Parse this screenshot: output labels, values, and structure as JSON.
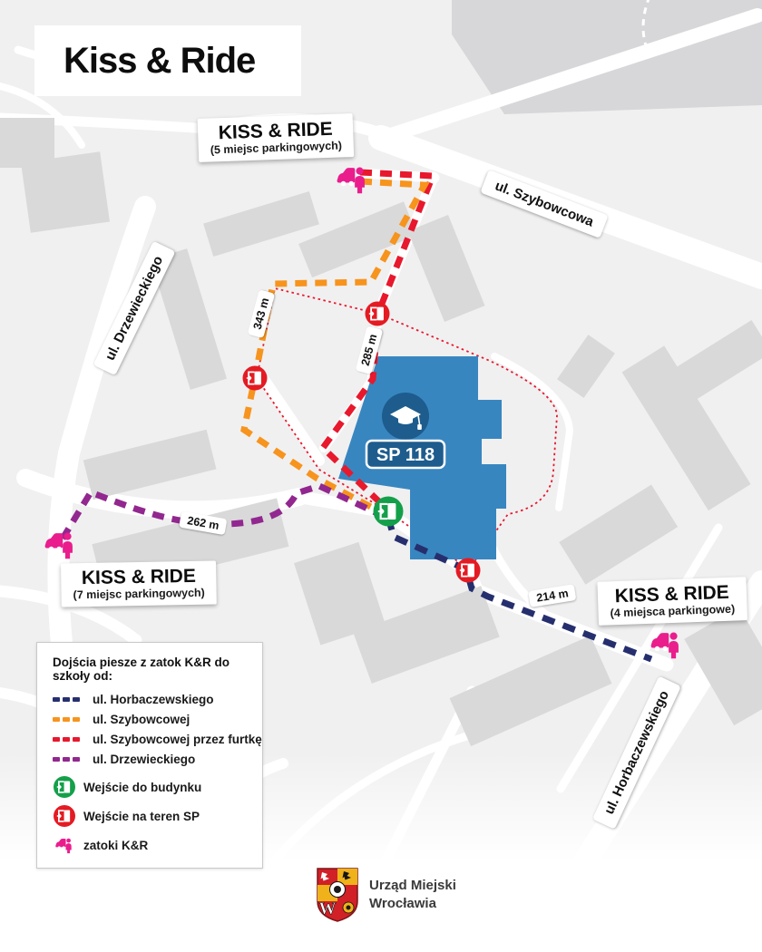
{
  "title": "Kiss & Ride",
  "map": {
    "streets": {
      "szybowcowa": "ul. Szybowcowa",
      "drzewieckiego": "ul. Drzewieckiego",
      "horbaczewskiego": "ul. Horbaczewskiego"
    },
    "kr_bays": {
      "top": {
        "title": "KISS & RIDE",
        "capacity": "(5 miejsc parkingowych)"
      },
      "left": {
        "title": "KISS & RIDE",
        "capacity": "(7 miejsc parkingowych)"
      },
      "right": {
        "title": "KISS & RIDE",
        "capacity": "(4 miejsca parkingowe)"
      }
    },
    "distances": {
      "szybowcowa": "343 m",
      "furtka": "285 m",
      "drzewieckiego": "262 m",
      "horbaczewskiego": "214 m"
    },
    "school": {
      "badge": "SP 118"
    }
  },
  "legend": {
    "title": "Dojścia piesze z zatok K&R do szkoły od:",
    "routes": [
      {
        "label": "ul. Horbaczewskiego",
        "color": "#262f6e"
      },
      {
        "label": "ul. Szybowcowej",
        "color": "#f7941d"
      },
      {
        "label": "ul. Szybowcowej przez furtkę",
        "color": "#e8182d"
      },
      {
        "label": "ul. Drzewieckiego",
        "color": "#92278f"
      }
    ],
    "markers": [
      {
        "label": "Wejście do budynku",
        "color": "#14a04a"
      },
      {
        "label": "Wejście na teren SP",
        "color": "#e41b23"
      },
      {
        "label": "zatoki K&R",
        "color": "#ea1d8d"
      }
    ]
  },
  "footer": {
    "crest_letter": "W",
    "organization": [
      "Urząd Miejski",
      "Wrocławia"
    ]
  }
}
